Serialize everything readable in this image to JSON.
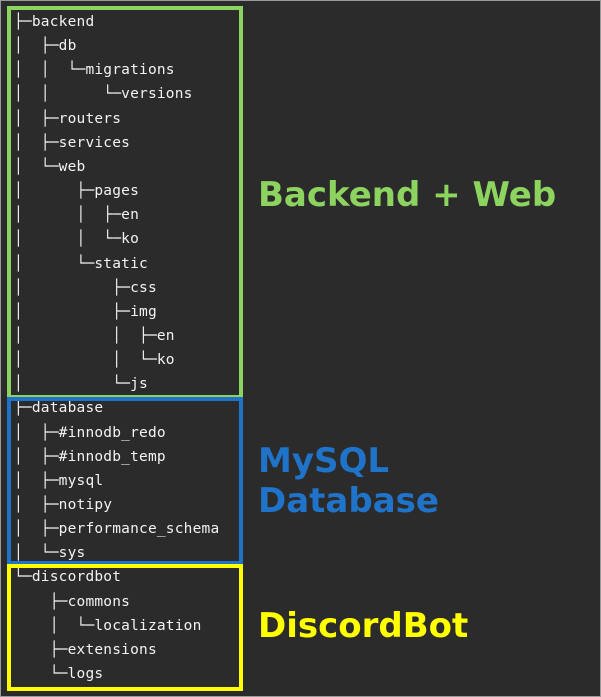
{
  "tree_lines": [
    "├─backend",
    "│  ├─db",
    "│  │  └─migrations",
    "│  │      └─versions",
    "│  ├─routers",
    "│  ├─services",
    "│  └─web",
    "│      ├─pages",
    "│      │  ├─en",
    "│      │  └─ko",
    "│      └─static",
    "│          ├─css",
    "│          ├─img",
    "│          │  ├─en",
    "│          │  └─ko",
    "│          └─js",
    "├─database",
    "│  ├─#innodb_redo",
    "│  ├─#innodb_temp",
    "│  ├─mysql",
    "│  ├─notipy",
    "│  ├─performance_schema",
    "│  └─sys",
    "└─discordbot",
    "    ├─commons",
    "    │  └─localization",
    "    ├─extensions",
    "    └─logs"
  ],
  "groups": {
    "backend": {
      "label": "Backend + Web",
      "color": "#8dd35f"
    },
    "database": {
      "label_line1": "MySQL",
      "label_line2": "Database",
      "color": "#1f73c8"
    },
    "discord": {
      "label": "DiscordBot",
      "color": "#ffff00"
    }
  }
}
